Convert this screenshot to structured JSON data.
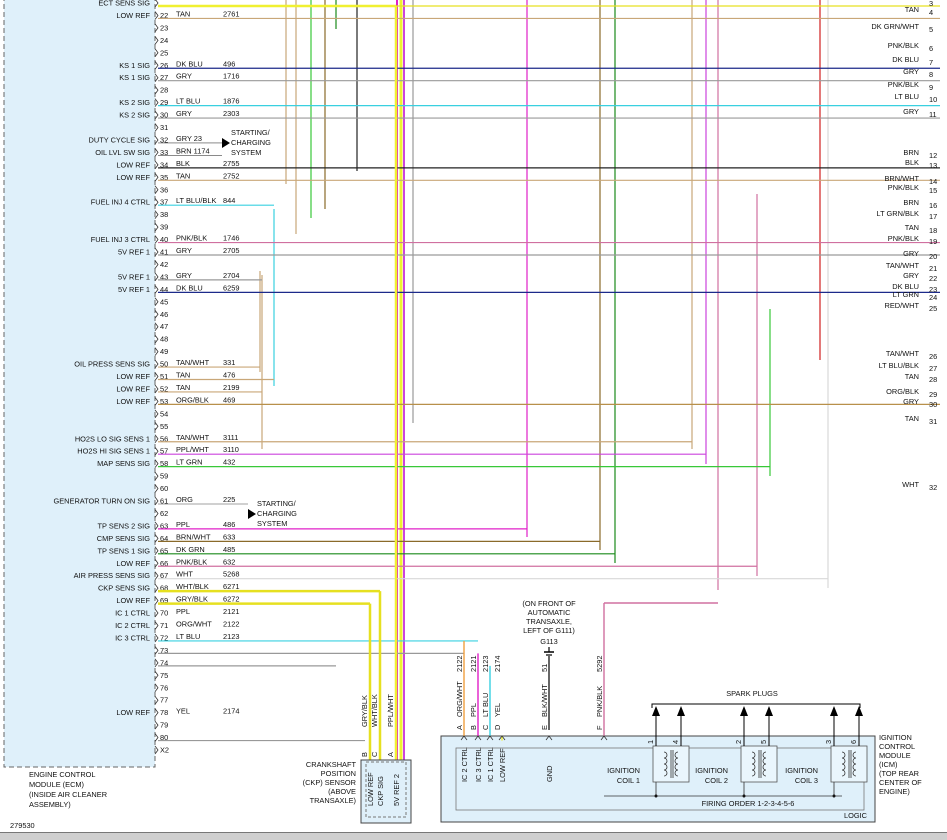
{
  "ecm": {
    "pins": [
      {
        "pin": "",
        "label": "ECT SENS SIG",
        "color": "",
        "circuit": "",
        "wire": "#e6e020"
      },
      {
        "pin": "22",
        "label": "LOW REF",
        "color": "TAN",
        "circuit": "2761",
        "wire": "#c9a778"
      },
      {
        "pin": "23",
        "label": "",
        "color": "",
        "circuit": "",
        "wire": ""
      },
      {
        "pin": "24",
        "label": "",
        "color": "",
        "circuit": "",
        "wire": ""
      },
      {
        "pin": "25",
        "label": "",
        "color": "",
        "circuit": "",
        "wire": ""
      },
      {
        "pin": "26",
        "label": "KS 1 SIG",
        "color": "DK BLU",
        "circuit": "496",
        "wire": "#1c2a8a"
      },
      {
        "pin": "27",
        "label": "KS 1 SIG",
        "color": "GRY",
        "circuit": "1716",
        "wire": "#9a9a9a"
      },
      {
        "pin": "28",
        "label": "",
        "color": "",
        "circuit": "",
        "wire": ""
      },
      {
        "pin": "29",
        "label": "KS 2 SIG",
        "color": "LT BLU",
        "circuit": "1876",
        "wire": "#39d0e0"
      },
      {
        "pin": "30",
        "label": "KS 2 SIG",
        "color": "GRY",
        "circuit": "2303",
        "wire": "#9a9a9a"
      },
      {
        "pin": "31",
        "label": "",
        "color": "",
        "circuit": "",
        "wire": ""
      },
      {
        "pin": "32",
        "label": "DUTY CYCLE SIG",
        "color": "GRY  23",
        "circuit": "",
        "wire": ""
      },
      {
        "pin": "33",
        "label": "OIL LVL SW SIG",
        "color": "BRN  1174",
        "circuit": "",
        "wire": ""
      },
      {
        "pin": "34",
        "label": "LOW REF",
        "color": "BLK",
        "circuit": "2755",
        "wire": "#222222"
      },
      {
        "pin": "35",
        "label": "LOW REF",
        "color": "TAN",
        "circuit": "2752",
        "wire": "#c9a778"
      },
      {
        "pin": "36",
        "label": "",
        "color": "",
        "circuit": "",
        "wire": ""
      },
      {
        "pin": "37",
        "label": "FUEL INJ 4 CTRL",
        "color": "LT BLU/BLK",
        "circuit": "844",
        "wire": "#39d0e0"
      },
      {
        "pin": "38",
        "label": "",
        "color": "",
        "circuit": "",
        "wire": ""
      },
      {
        "pin": "39",
        "label": "",
        "color": "",
        "circuit": "",
        "wire": ""
      },
      {
        "pin": "40",
        "label": "FUEL INJ 3 CTRL",
        "color": "PNK/BLK",
        "circuit": "1746",
        "wire": "#d070a0"
      },
      {
        "pin": "41",
        "label": "5V REF 1",
        "color": "GRY",
        "circuit": "2705",
        "wire": "#9a9a9a"
      },
      {
        "pin": "42",
        "label": "",
        "color": "",
        "circuit": "",
        "wire": ""
      },
      {
        "pin": "43",
        "label": "5V REF 1",
        "color": "GRY",
        "circuit": "2704",
        "wire": "#9a9a9a"
      },
      {
        "pin": "44",
        "label": "5V REF 1",
        "color": "DK BLU",
        "circuit": "6259",
        "wire": "#1c2a8a"
      },
      {
        "pin": "45",
        "label": "",
        "color": "",
        "circuit": "",
        "wire": ""
      },
      {
        "pin": "46",
        "label": "",
        "color": "",
        "circuit": "",
        "wire": ""
      },
      {
        "pin": "47",
        "label": "",
        "color": "",
        "circuit": "",
        "wire": ""
      },
      {
        "pin": "48",
        "label": "",
        "color": "",
        "circuit": "",
        "wire": ""
      },
      {
        "pin": "49",
        "label": "",
        "color": "",
        "circuit": "",
        "wire": ""
      },
      {
        "pin": "50",
        "label": "OIL PRESS SENS SIG",
        "color": "TAN/WHT",
        "circuit": "331",
        "wire": "#c9a778"
      },
      {
        "pin": "51",
        "label": "LOW REF",
        "color": "TAN",
        "circuit": "476",
        "wire": "#c9a778"
      },
      {
        "pin": "52",
        "label": "LOW REF",
        "color": "TAN",
        "circuit": "2199",
        "wire": "#c9a778"
      },
      {
        "pin": "53",
        "label": "LOW REF",
        "color": "ORG/BLK",
        "circuit": "469",
        "wire": "#b8904a"
      },
      {
        "pin": "54",
        "label": "",
        "color": "",
        "circuit": "",
        "wire": ""
      },
      {
        "pin": "55",
        "label": "",
        "color": "",
        "circuit": "",
        "wire": ""
      },
      {
        "pin": "56",
        "label": "HO2S LO SIG SENS 1",
        "color": "TAN/WHT",
        "circuit": "3111",
        "wire": "#c9a778"
      },
      {
        "pin": "57",
        "label": "HO2S HI SIG SENS 1",
        "color": "PPL/WHT",
        "circuit": "3110",
        "wire": "#cc44dd"
      },
      {
        "pin": "58",
        "label": "MAP SENS SIG",
        "color": "LT GRN",
        "circuit": "432",
        "wire": "#38c838"
      },
      {
        "pin": "59",
        "label": "",
        "color": "",
        "circuit": "",
        "wire": ""
      },
      {
        "pin": "60",
        "label": "",
        "color": "",
        "circuit": "",
        "wire": ""
      },
      {
        "pin": "61",
        "label": "GENERATOR TURN ON SIG",
        "color": "ORG",
        "circuit": "225",
        "wire": ""
      },
      {
        "pin": "62",
        "label": "",
        "color": "",
        "circuit": "",
        "wire": ""
      },
      {
        "pin": "63",
        "label": "TP SENS 2 SIG",
        "color": "PPL",
        "circuit": "486",
        "wire": "#e020c8"
      },
      {
        "pin": "64",
        "label": "CMP SENS SIG",
        "color": "BRN/WHT",
        "circuit": "633",
        "wire": "#8a6a2a"
      },
      {
        "pin": "65",
        "label": "TP SENS 1 SIG",
        "color": "DK GRN",
        "circuit": "485",
        "wire": "#1a8a1a"
      },
      {
        "pin": "66",
        "label": "LOW REF",
        "color": "PNK/BLK",
        "circuit": "632",
        "wire": "#d070a0"
      },
      {
        "pin": "67",
        "label": "AIR PRESS SENS SIG",
        "color": "WHT",
        "circuit": "5268",
        "wire": "#d8d8d8"
      },
      {
        "pin": "68",
        "label": "CKP SENS SIG",
        "color": "WHT/BLK",
        "circuit": "6271",
        "wire": "#e6e020"
      },
      {
        "pin": "69",
        "label": "LOW REF",
        "color": "GRY/BLK",
        "circuit": "6272",
        "wire": "#e6e020"
      },
      {
        "pin": "70",
        "label": "IC 1 CTRL",
        "color": "PPL",
        "circuit": "2121",
        "wire": "#e020c8"
      },
      {
        "pin": "71",
        "label": "IC 2 CTRL",
        "color": "ORG/WHT",
        "circuit": "2122",
        "wire": "#f0a040"
      },
      {
        "pin": "72",
        "label": "IC 3 CTRL",
        "color": "LT BLU",
        "circuit": "2123",
        "wire": "#39d0e0"
      },
      {
        "pin": "73",
        "label": "",
        "color": "",
        "circuit": "",
        "wire": ""
      },
      {
        "pin": "74",
        "label": "",
        "color": "",
        "circuit": "",
        "wire": ""
      },
      {
        "pin": "75",
        "label": "",
        "color": "",
        "circuit": "",
        "wire": ""
      },
      {
        "pin": "76",
        "label": "",
        "color": "",
        "circuit": "",
        "wire": ""
      },
      {
        "pin": "77",
        "label": "",
        "color": "",
        "circuit": "",
        "wire": ""
      },
      {
        "pin": "78",
        "label": "LOW REF",
        "color": "YEL",
        "circuit": "2174",
        "wire": "#f0f030"
      },
      {
        "pin": "79",
        "label": "",
        "color": "",
        "circuit": "",
        "wire": ""
      },
      {
        "pin": "80",
        "label": "",
        "color": "",
        "circuit": "",
        "wire": ""
      },
      {
        "pin": "X2",
        "label": "",
        "color": "",
        "circuit": "",
        "wire": ""
      }
    ],
    "caption": [
      "ENGINE CONTROL",
      "MODULE (ECM)",
      "(INSIDE AIR CLEANER",
      "ASSEMBLY)"
    ],
    "charging_1": [
      "STARTING/",
      "CHARGING",
      "SYSTEM"
    ],
    "charging_2": [
      "STARTING/",
      "CHARGING",
      "SYSTEM"
    ]
  },
  "right_wires": [
    {
      "num": "3",
      "color": "",
      "wire": "#e6e020"
    },
    {
      "num": "4",
      "color": "TAN",
      "wire": "#c9a778"
    },
    {
      "num": "5",
      "color": "DK GRN/WHT",
      "wire": "#1a8a1a"
    },
    {
      "num": "6",
      "color": "PNK/BLK",
      "wire": "#d070a0"
    },
    {
      "num": "7",
      "color": "DK BLU",
      "wire": "#1c2a8a"
    },
    {
      "num": "8",
      "color": "GRY",
      "wire": "#9a9a9a"
    },
    {
      "num": "9",
      "color": "PNK/BLK",
      "wire": "#d070a0"
    },
    {
      "num": "10",
      "color": "LT BLU",
      "wire": "#39d0e0"
    },
    {
      "num": "11",
      "color": "GRY",
      "wire": "#9a9a9a"
    },
    {
      "num": "12",
      "color": "BRN",
      "wire": "#8a6a2a"
    },
    {
      "num": "13",
      "color": "BLK",
      "wire": "#222222"
    },
    {
      "num": "14",
      "color": "BRN/WHT",
      "wire": "#8a6a2a"
    },
    {
      "num": "15",
      "color": "PNK/BLK",
      "wire": "#d070a0"
    },
    {
      "num": "16",
      "color": "BRN",
      "wire": "#8a6a2a"
    },
    {
      "num": "17",
      "color": "LT GRN/BLK",
      "wire": "#38c838"
    },
    {
      "num": "18",
      "color": "TAN",
      "wire": "#c9a778"
    },
    {
      "num": "19",
      "color": "PNK/BLK",
      "wire": "#d070a0"
    },
    {
      "num": "20",
      "color": "GRY",
      "wire": "#9a9a9a"
    },
    {
      "num": "21",
      "color": "TAN/WHT",
      "wire": "#c9a778"
    },
    {
      "num": "22",
      "color": "GRY",
      "wire": "#9a9a9a"
    },
    {
      "num": "23",
      "color": "DK BLU",
      "wire": "#1c2a8a"
    },
    {
      "num": "24",
      "color": "LT GRN",
      "wire": "#38c838"
    },
    {
      "num": "25",
      "color": "RED/WHT",
      "wire": "#d02020"
    },
    {
      "num": "26",
      "color": "TAN/WHT",
      "wire": "#c9a778"
    },
    {
      "num": "27",
      "color": "LT BLU/BLK",
      "wire": "#39d0e0"
    },
    {
      "num": "28",
      "color": "TAN",
      "wire": "#c9a778"
    },
    {
      "num": "29",
      "color": "ORG/BLK",
      "wire": "#b8904a"
    },
    {
      "num": "30",
      "color": "GRY",
      "wire": "#9a9a9a"
    },
    {
      "num": "31",
      "color": "TAN",
      "wire": "#c9a778"
    },
    {
      "num": "32",
      "color": "WHT",
      "wire": "#d8d8d8"
    }
  ],
  "ckp": {
    "wires": [
      {
        "pin": "B",
        "color": "GRY/BLK",
        "fn": "LOW REF"
      },
      {
        "pin": "C",
        "color": "WHT/BLK",
        "fn": "CKP SIG"
      },
      {
        "pin": "A",
        "color": "PPL/WHT",
        "fn": "5V REF 2"
      }
    ],
    "caption": [
      "CRANKSHAFT",
      "POSITION",
      "(CKP) SENSOR",
      "(ABOVE",
      "TRANSAXLE)"
    ]
  },
  "ground": {
    "note": [
      "(ON FRONT OF",
      "AUTOMATIC",
      "TRANSAXLE,",
      "LEFT OF G111)"
    ],
    "id": "G113",
    "circuit": "51"
  },
  "icm": {
    "wires": [
      {
        "pin": "A",
        "color": "ORG/WHT",
        "circuit": "2122",
        "fn": "IC 2 CTRL"
      },
      {
        "pin": "B",
        "color": "PPL",
        "circuit": "2121",
        "fn": "IC 3 CTRL"
      },
      {
        "pin": "C",
        "color": "LT BLU",
        "circuit": "2123",
        "fn": "IC 1 CTRL"
      },
      {
        "pin": "D",
        "color": "YEL",
        "circuit": "2174",
        "fn": "LOW REF"
      },
      {
        "pin": "E",
        "color": "BLK/WHT",
        "circuit": "51",
        "fn": "GND"
      },
      {
        "pin": "F",
        "color": "PNK/BLK",
        "circuit": "5292",
        "fn": ""
      }
    ],
    "coils": [
      "IGNITION COIL 1",
      "IGNITION COIL 2",
      "IGNITION COIL 3"
    ],
    "plugs": [
      [
        "1",
        "4"
      ],
      [
        "2",
        "5"
      ],
      [
        "3",
        "6"
      ]
    ],
    "spark_plugs": "SPARK PLUGS",
    "firing_order": "FIRING ORDER 1-2-3-4-5-6",
    "logic": "LOGIC",
    "caption": [
      "IGNITION",
      "CONTROL",
      "MODULE",
      "(ICM)",
      "(TOP REAR",
      "CENTER OF",
      "ENGINE)"
    ]
  },
  "figure_id": "279530"
}
